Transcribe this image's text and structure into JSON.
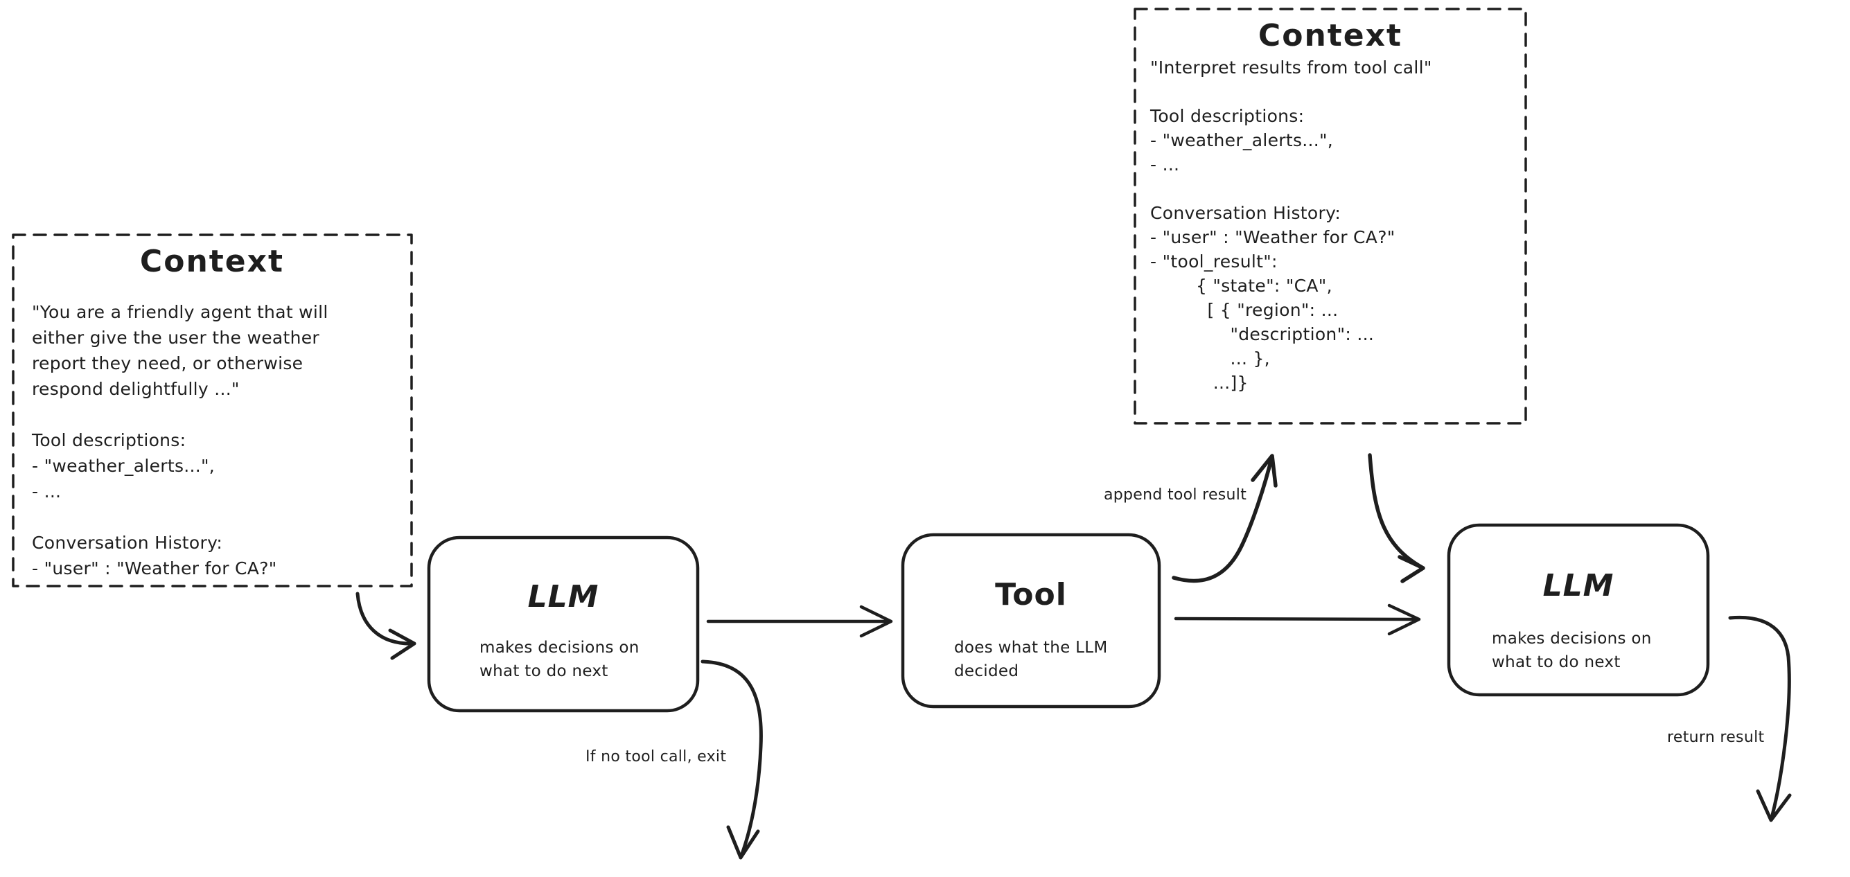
{
  "colors": {
    "ink": "#1e1e1e",
    "background": "#ffffff"
  },
  "boxes": {
    "context_system": {
      "title": "Context",
      "body": "\"You are a friendly agent that will\neither give the user the weather\nreport they need, or otherwise\nrespond delightfully ...\"\n\nTool descriptions:\n- \"weather_alerts...\",\n- ...\n\nConversation History:\n- \"user\" : \"Weather for CA?\""
    },
    "context_tool_result": {
      "title": "Context",
      "body": "\"Interpret results from tool call\"\n\nTool descriptions:\n- \"weather_alerts...\",\n- ...\n\nConversation History:\n- \"user\" : \"Weather for CA?\"\n- \"tool_result\":\n        { \"state\": \"CA\",\n          [ { \"region\": ...\n              \"description\": ...\n              ... },\n           ...]}"
    }
  },
  "nodes": {
    "llm_1": {
      "title": "LLM",
      "subtitle": "makes decisions on\nwhat to do next"
    },
    "tool": {
      "title": "Tool",
      "subtitle": "does what the LLM\ndecided"
    },
    "llm_2": {
      "title": "LLM",
      "subtitle": "makes decisions on\nwhat to do next"
    }
  },
  "labels": {
    "append_tool_result": "append tool result",
    "if_no_tool_call": "If no tool call, exit",
    "return_result": "return result"
  }
}
